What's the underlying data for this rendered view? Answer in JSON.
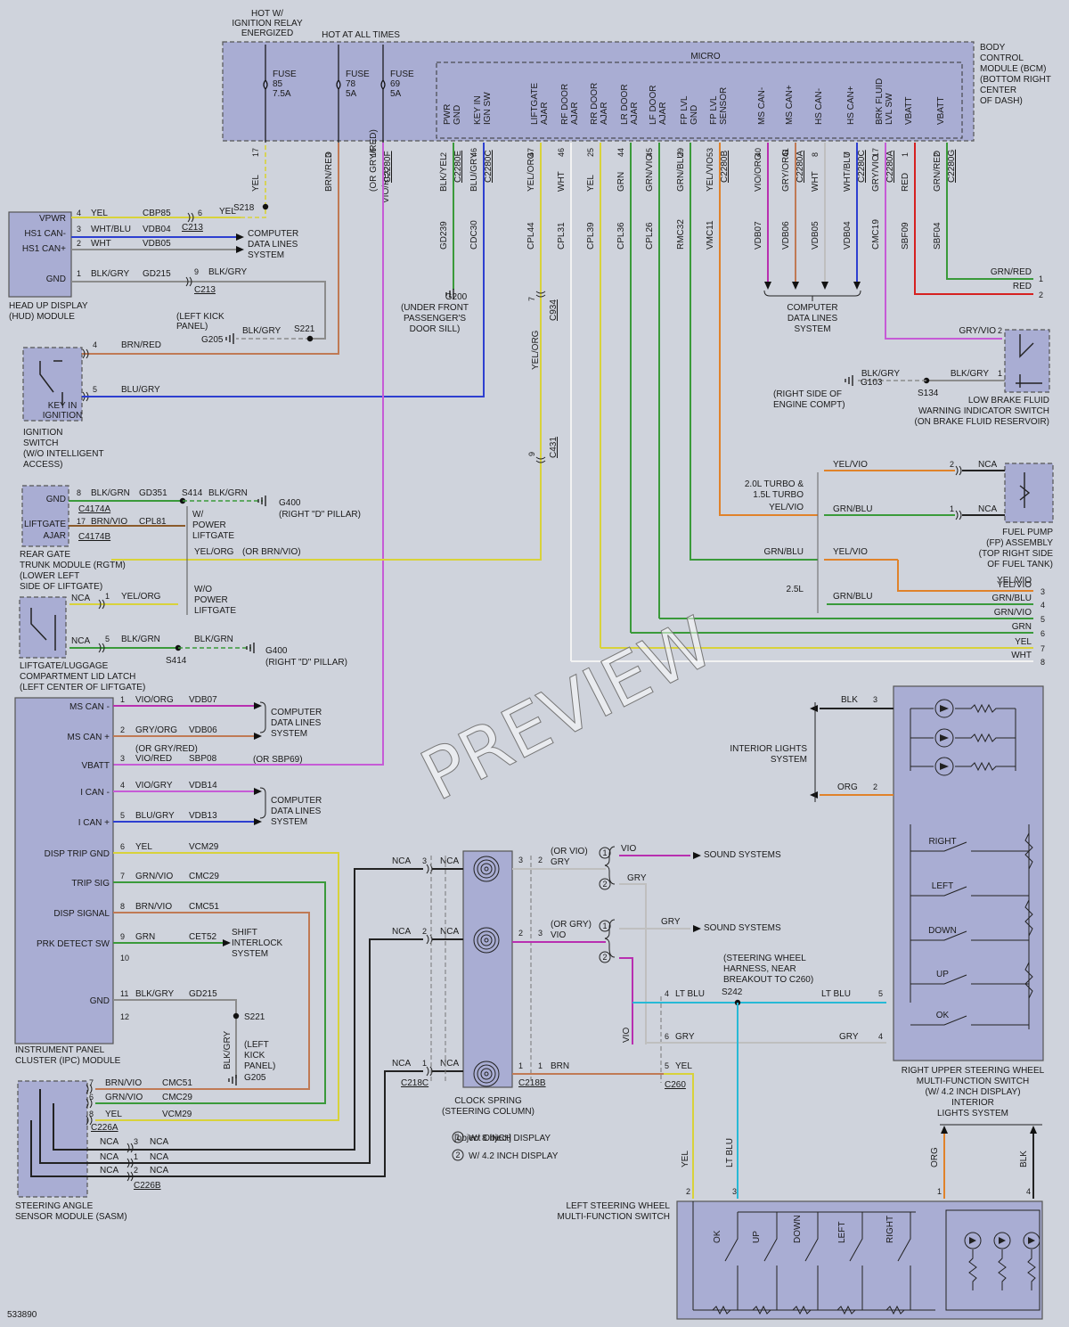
{
  "diagram_id": "533890",
  "watermark": "PREVIEW",
  "colors": {
    "YEL": "#d8d23a",
    "BRN": "#8a5a2a",
    "BLU": "#2d3fd0",
    "GRN": "#3a9a3a",
    "VIO": "#b84fc9",
    "ORG": "#e0822a",
    "RED": "#d62020",
    "WHT": "#f2f2f2",
    "GRY": "#8c8c8c",
    "BLK": "#222222",
    "CYAN": "#27b9d6",
    "MAG": "#b82fb0",
    "PINK": "#c65bd6",
    "LGRY": "#bfbfbf",
    "BROWNRED": "#c07a55"
  },
  "bcm": {
    "title_lines": [
      "BODY",
      "CONTROL",
      "MODULE (BCM)",
      "(BOTTOM RIGHT",
      "CENTER",
      "OF DASH)"
    ],
    "hot_ignition": [
      "HOT W/",
      "IGNITION RELAY",
      "ENERGIZED"
    ],
    "hot_all": "HOT AT ALL TIMES",
    "fuses": [
      {
        "lines": [
          "FUSE",
          "85",
          "7.5A"
        ]
      },
      {
        "lines": [
          "FUSE",
          "78",
          "5A"
        ]
      },
      {
        "lines": [
          "FUSE",
          "69",
          "5A"
        ]
      }
    ],
    "micro": "MICRO",
    "micro_pins": [
      [
        "PWR",
        "GND"
      ],
      [
        "KEY IN",
        "IGN SW"
      ],
      [
        "LIFTGATE",
        "AJAR"
      ],
      [
        "RF DOOR",
        "AJAR"
      ],
      [
        "RR DOOR",
        "AJAR"
      ],
      [
        "LR DOOR",
        "AJAR"
      ],
      [
        "LF DOOR",
        "AJAR"
      ],
      [
        "FP LVL",
        "GND"
      ],
      [
        "FP LVL",
        "SENSOR"
      ],
      [
        "MS CAN-"
      ],
      [
        "MS CAN+"
      ],
      [
        "HS CAN-"
      ],
      [
        "HS CAN+"
      ],
      [
        "BRK FLUID",
        "LVL SW"
      ],
      [
        "VBATT"
      ],
      [
        "VBATT"
      ]
    ]
  },
  "bcm_wires": [
    {
      "pin": "17",
      "color": "YEL",
      "circuit": "",
      "conn": ""
    },
    {
      "pin": "3",
      "color": "BRN/RED",
      "circuit": "",
      "conn": ""
    },
    {
      "pin": "16",
      "color": "(OR GRY/RED)",
      "color2": "VIO/RED",
      "circuit": "",
      "conn": "C2280F"
    },
    {
      "pin": "2",
      "color": "BLK/YEL",
      "circuit": "GD239",
      "conn": "C2280E"
    },
    {
      "pin": "46",
      "color": "BLU/GRY",
      "circuit": "CDC30",
      "conn": "C2280C"
    },
    {
      "pin": "47",
      "color": "YEL/ORG",
      "circuit": "CPL44",
      "conn": ""
    },
    {
      "pin": "46",
      "color": "WHT",
      "circuit": "CPL31",
      "conn": ""
    },
    {
      "pin": "25",
      "color": "YEL",
      "circuit": "CPL39",
      "conn": ""
    },
    {
      "pin": "44",
      "color": "GRN",
      "circuit": "CPL36",
      "conn": ""
    },
    {
      "pin": "45",
      "color": "GRN/VIO",
      "circuit": "CPL26",
      "conn": ""
    },
    {
      "pin": "29",
      "color": "GRN/BLU",
      "circuit": "RMC32",
      "conn": ""
    },
    {
      "pin": "53",
      "color": "YEL/VIO",
      "circuit": "VMC11",
      "conn": "C2280B"
    },
    {
      "pin": "40",
      "color": "VIO/ORG",
      "circuit": "VDB07",
      "conn": ""
    },
    {
      "pin": "41",
      "color": "GRY/ORG",
      "circuit": "VDB06",
      "conn": "C2280A"
    },
    {
      "pin": "8",
      "color": "WHT",
      "circuit": "VDB05",
      "conn": ""
    },
    {
      "pin": "7",
      "color": "WHT/BLU",
      "circuit": "VDB04",
      "conn": "C2280C"
    },
    {
      "pin": "17",
      "color": "GRY/VIO",
      "circuit": "CMC19",
      "conn": "C2280A"
    },
    {
      "pin": "1",
      "color": "RED",
      "circuit": "SBF09",
      "conn": ""
    },
    {
      "pin": "2",
      "color": "GRN/RED",
      "circuit": "SBF04",
      "conn": "C2280G"
    }
  ],
  "hud": {
    "pins": [
      "VPWR",
      "HS1 CAN-",
      "HS1 CAN+",
      "GND"
    ],
    "label": [
      "HEAD UP DISPLAY",
      "(HUD) MODULE"
    ],
    "w1": {
      "pin": "4",
      "color": "YEL",
      "circuit": "CBP85",
      "pin2": "6",
      "color2": "YEL",
      "conn": "C213",
      "splice": "S218"
    },
    "w2": {
      "pin": "3",
      "color": "WHT/BLU",
      "circuit": "VDB04"
    },
    "w3": {
      "pin": "2",
      "color": "WHT",
      "circuit": "VDB05"
    },
    "w4": {
      "pin": "1",
      "color": "BLK/GRY",
      "circuit": "GD215",
      "pin2": "9",
      "color2": "BLK/GRY",
      "conn": "C213"
    },
    "cdl": [
      "COMPUTER",
      "DATA LINES",
      "SYSTEM"
    ],
    "ground": {
      "label": [
        "(LEFT KICK",
        "PANEL)"
      ],
      "g": "G205",
      "color": "BLK/GRY",
      "splice": "S221"
    }
  },
  "ign": {
    "label": [
      "KEY IN",
      "IGNITION"
    ],
    "desc": [
      "IGNITION",
      "SWITCH",
      "(W/O INTELLIGENT",
      "ACCESS)"
    ],
    "w1": {
      "pin": "4",
      "color": "BRN/RED"
    },
    "w2": {
      "pin": "5",
      "color": "BLU/GRY"
    }
  },
  "g200": {
    "g": "G200",
    "label": [
      "(UNDER FRONT",
      "PASSENGER'S",
      "DOOR SILL)"
    ]
  },
  "c934": {
    "pin": "7",
    "conn": "C934",
    "color": "YEL/ORG"
  },
  "c431": {
    "pin": "9",
    "conn": "C431"
  },
  "rgtm": {
    "pins": [
      "GND",
      "LIFTGATE",
      "AJAR"
    ],
    "label": [
      "REAR GATE",
      "TRUNK MODULE (RGTM)",
      "(LOWER LEFT",
      "SIDE OF LIFTGATE)"
    ],
    "w1": {
      "pin": "8",
      "color": "BLK/GRN",
      "circuit": "GD351",
      "conn": "C4174A",
      "splice": "S414",
      "color2": "BLK/GRN",
      "g": "G400",
      "gl": "(RIGHT \"D\" PILLAR)"
    },
    "w2": {
      "pin": "17",
      "color": "BRN/VIO",
      "circuit": "CPL81",
      "conn": "C4174B"
    },
    "power": [
      "W/",
      "POWER",
      "LIFTGATE"
    ],
    "nopower": [
      "W/O",
      "POWER",
      "LIFTGATE"
    ],
    "ylw": "YEL/ORG",
    "ylw2": "(OR BRN/VIO)"
  },
  "latch": {
    "label": [
      "LIFTGATE/LUGGAGE",
      "COMPARTMENT LID LATCH",
      "(LEFT CENTER OF LIFTGATE)"
    ],
    "w1": {
      "nca": "NCA",
      "pin": "1",
      "color": "YEL/ORG"
    },
    "w2": {
      "nca": "NCA",
      "pin": "5",
      "color": "BLK/GRN",
      "color2": "BLK/GRN",
      "splice": "S414",
      "g": "G400",
      "gl": "(RIGHT \"D\" PILLAR)"
    }
  },
  "ipc": {
    "label": [
      "INSTRUMENT PANEL",
      "CLUSTER (IPC) MODULE"
    ],
    "pins": [
      "MS CAN -",
      "MS CAN +",
      "VBATT",
      "I CAN -",
      "I CAN +",
      "DISP TRIP GND",
      "TRIP SIG",
      "DISP SIGNAL",
      "PRK DETECT SW",
      "",
      "GND",
      ""
    ],
    "wires": [
      {
        "pin": "1",
        "color": "VIO/ORG",
        "circuit": "VDB07"
      },
      {
        "pin": "2",
        "color": "GRY/ORG",
        "circuit": "VDB06"
      },
      {
        "pin": "3",
        "color": "VIO/RED",
        "circuit": "SBP08",
        "alt": "(OR GRY/RED)",
        "alt2": "(OR SBP69)"
      },
      {
        "pin": "4",
        "color": "VIO/GRY",
        "circuit": "VDB14"
      },
      {
        "pin": "5",
        "color": "BLU/GRY",
        "circuit": "VDB13"
      },
      {
        "pin": "6",
        "color": "YEL",
        "circuit": "VCM29"
      },
      {
        "pin": "7",
        "color": "GRN/VIO",
        "circuit": "CMC29"
      },
      {
        "pin": "8",
        "color": "BRN/VIO",
        "circuit": "CMC51"
      },
      {
        "pin": "9",
        "color": "GRN",
        "circuit": "CET52"
      },
      {
        "pin": "10",
        "color": "",
        "circuit": ""
      },
      {
        "pin": "11",
        "color": "BLK/GRY",
        "circuit": "GD215"
      },
      {
        "pin": "12",
        "color": "",
        "circuit": ""
      }
    ],
    "cdl": [
      "COMPUTER",
      "DATA LINES",
      "SYSTEM"
    ],
    "shift": [
      "SHIFT",
      "INTERLOCK",
      "SYSTEM"
    ],
    "ground": {
      "splice": "S221",
      "color": "BLK/GRY",
      "label": [
        "(LEFT",
        "KICK",
        "PANEL)"
      ],
      "g": "G205"
    }
  },
  "sasm": {
    "label": [
      "STEERING ANGLE",
      "SENSOR MODULE (SASM)"
    ],
    "c226a": [
      {
        "pin": "7",
        "color": "BRN/VIO",
        "circuit": "CMC51"
      },
      {
        "pin": "6",
        "color": "GRN/VIO",
        "circuit": "CMC29"
      },
      {
        "pin": "8",
        "color": "YEL",
        "circuit": "VCM29"
      }
    ],
    "c226a_conn": "C226A",
    "c226b": [
      {
        "nca": "NCA",
        "pin": "3",
        "nca2": "NCA"
      },
      {
        "nca": "NCA",
        "pin": "1",
        "nca2": "NCA"
      },
      {
        "nca": "NCA",
        "pin": "2",
        "nca2": "NCA"
      }
    ],
    "c226b_conn": "C226B"
  },
  "clock": {
    "label": [
      "CLOCK SPRING",
      "(STEERING COLUMN)"
    ],
    "left": [
      {
        "nca": "NCA",
        "pin": "3",
        "nca2": "NCA"
      },
      {
        "nca": "NCA",
        "pin": "2",
        "nca2": "NCA"
      },
      {
        "nca": "NCA",
        "pin": "1",
        "nca2": "NCA"
      }
    ],
    "conn_left": "C218C",
    "right": [
      {
        "pin": "3",
        "pin2": "2",
        "color": "GRY",
        "alt": "(OR VIO)",
        "n1": "2",
        "n2": "1"
      },
      {
        "pin": "2",
        "pin2": "3",
        "color": "VIO",
        "alt": "(OR GRY)"
      },
      {
        "pin": "1",
        "pin2": "1",
        "color": "BRN"
      }
    ],
    "conn_right": "C218B",
    "legend": [
      {
        "n": "1",
        "text": "W/ 8 INCH DISPLAY"
      },
      {
        "n": "2",
        "text": "W/ 4.2 INCH DISPLAY"
      }
    ]
  },
  "sound": {
    "label": "SOUND SYSTEMS",
    "a": {
      "n1": "1",
      "c1": "VIO",
      "n2": "2",
      "c2": "GRY"
    },
    "b": {
      "n1": "1",
      "c1": "GRY",
      "n2": "2",
      "c2": "VIO"
    }
  },
  "s242": {
    "label": [
      "(STEERING WHEEL",
      "HARNESS, NEAR",
      "BREAKOUT TO C260)"
    ],
    "splice": "S242",
    "w4": {
      "pin": "4",
      "color": "LT BLU",
      "color2": "LT BLU",
      "pin2": "5"
    },
    "w6": {
      "pin": "6",
      "color": "GRY",
      "color2": "GRY",
      "pin2": "4"
    },
    "w5": {
      "pin": "5",
      "color": "YEL",
      "conn": "C260"
    },
    "vio": "VIO"
  },
  "rusw": {
    "label": [
      "RIGHT UPPER STEERING WHEEL",
      "MULTI-FUNCTION SWITCH",
      "(W/ 4.2 INCH DISPLAY)",
      "INTERIOR",
      "LIGHTS SYSTEM"
    ],
    "buttons": [
      "RIGHT",
      "LEFT",
      "DOWN",
      "UP",
      "OK"
    ]
  },
  "intlights": {
    "label": [
      "INTERIOR LIGHTS",
      "SYSTEM"
    ],
    "blk": {
      "color": "BLK",
      "pin": "3"
    },
    "org": {
      "color": "ORG",
      "pin": "2"
    }
  },
  "lsw": {
    "label": [
      "LEFT STEERING WHEEL",
      "MULTI-FUNCTION SWITCH"
    ],
    "buttons": [
      "OK",
      "UP",
      "DOWN",
      "LEFT",
      "RIGHT"
    ],
    "pins": [
      {
        "pin": "2",
        "color": "YEL"
      },
      {
        "pin": "3",
        "color": "LT BLU"
      },
      {
        "pin": "1",
        "color": "ORG"
      },
      {
        "pin": "4",
        "color": "BLK"
      }
    ]
  },
  "brake": {
    "label": [
      "LOW BRAKE FLUID",
      "WARNING INDICATOR SWITCH",
      "(ON BRAKE FLUID RESERVOIR)"
    ],
    "w1": {
      "color": "GRY/VIO",
      "pin": "2"
    },
    "w2": {
      "color": "BLK/GRY",
      "pin": "1",
      "color2": "BLK/GRY",
      "splice": "S134",
      "g": "G103",
      "gl": [
        "(RIGHT SIDE OF",
        "ENGINE COMPT)"
      ]
    }
  },
  "right_out": [
    {
      "color": "GRN/RED",
      "pin": "1"
    },
    {
      "color": "RED",
      "pin": "2"
    }
  ],
  "cdl_right": [
    "COMPUTER",
    "DATA LINES",
    "SYSTEM"
  ],
  "fuelpump": {
    "label": [
      "FUEL PUMP",
      "(FP) ASSEMBLY",
      "(TOP RIGHT SIDE",
      "OF FUEL TANK)"
    ],
    "turbo": [
      "2.0L TURBO &",
      "1.5L TURBO"
    ],
    "l25": "2.5L",
    "rows": [
      {
        "color": "YEL/VIO",
        "pin": "2",
        "nca": "NCA"
      },
      {
        "color": "GRN/BLU",
        "pin": "1",
        "nca": "NCA"
      }
    ],
    "yv": "YEL/VIO",
    "gb": "GRN/BLU",
    "yv2": "YEL/VIO",
    "gb2": "GRN/BLU",
    "gb3": "GRN/BLU"
  },
  "bundle": [
    {
      "color": "YEL/VIO",
      "pin": "3"
    },
    {
      "color": "GRN/BLU",
      "pin": "4"
    },
    {
      "color": "GRN/VIO",
      "pin": "5"
    },
    {
      "color": "GRN",
      "pin": "6"
    },
    {
      "color": "YEL",
      "pin": "7"
    },
    {
      "color": "WHT",
      "pin": "8"
    }
  ]
}
